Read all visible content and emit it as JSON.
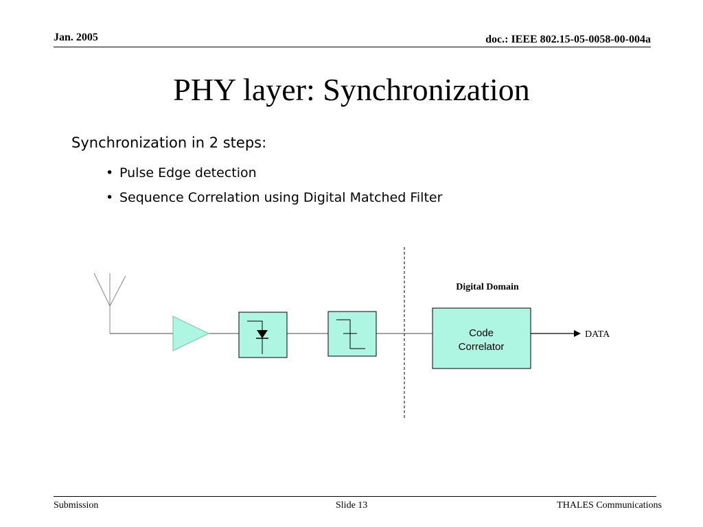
{
  "header": {
    "date": "Jan. 2005",
    "doc": "doc.: IEEE 802.15-05-0058-00-004a"
  },
  "title": "PHY layer: Synchronization",
  "body": {
    "intro": "Synchronization in 2 steps:",
    "bullets": [
      "Pulse Edge detection",
      "Sequence Correlation using Digital Matched Filter"
    ]
  },
  "diagram": {
    "domain_label": "Digital Domain",
    "correlator_line1": "Code",
    "correlator_line2": "Correlator",
    "output_label": "DATA",
    "block_fill": "#aef5e2",
    "icons": [
      "antenna-icon",
      "amplifier-icon",
      "diode-detector-icon",
      "comparator-icon",
      "arrow-right-icon"
    ]
  },
  "footer": {
    "left": "Submission",
    "center": "Slide 13",
    "right": "THALES Communications"
  },
  "colors": {
    "text": "#000000",
    "background": "#ffffff",
    "block_fill": "#aef5e2"
  }
}
